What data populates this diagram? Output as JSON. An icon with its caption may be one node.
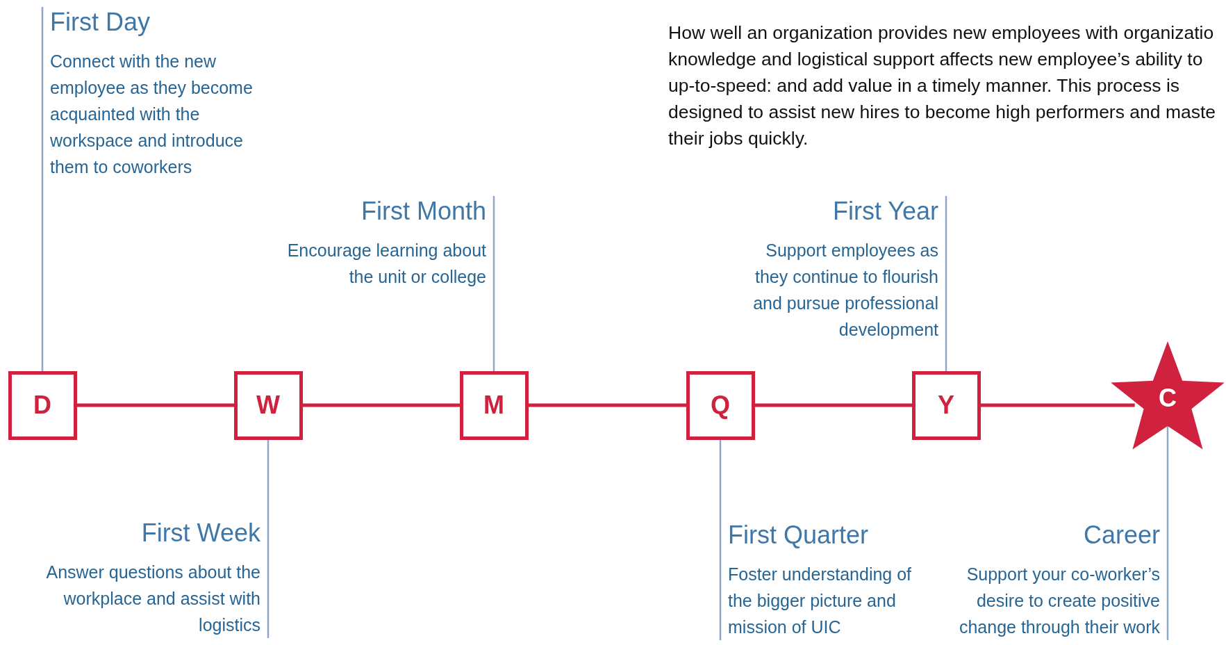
{
  "diagram": {
    "nodes": [
      {
        "text": [
          "D"
        ]
      },
      {
        "text": [
          "W"
        ]
      },
      {
        "text": [
          "M"
        ]
      },
      {
        "text": [
          "Q"
        ]
      },
      {
        "text": [
          "Y"
        ]
      },
      {
        "text": [
          "C"
        ]
      },
      {
        "text": [
          "First Day",
          "Connect with the new employee as they become acquainted with the workspace and introduce them to coworkers"
        ]
      },
      {
        "text": [
          "First Week",
          "Answer questions about the workplace and assist with logistics"
        ]
      },
      {
        "text": [
          "First Month",
          "Encourage learning about the unit or college"
        ]
      },
      {
        "text": [
          "First Quarter",
          "Foster understanding of the bigger picture and mission of UIC"
        ]
      },
      {
        "text": [
          "First Year",
          "Support employees as they continue to flourish and pursue professional development"
        ]
      },
      {
        "text": [
          "Career",
          "Support your co-worker’s desire to create positive change through their work"
        ]
      }
    ],
    "edges": [
      {
        "from": 0,
        "to": 1,
        "arrow": "none",
        "color": "#d0213f"
      },
      {
        "from": 1,
        "to": 2,
        "arrow": "none",
        "color": "#d0213f"
      },
      {
        "from": 2,
        "to": 3,
        "arrow": "none",
        "color": "#d0213f"
      },
      {
        "from": 3,
        "to": 4,
        "arrow": "none",
        "color": "#d0213f"
      },
      {
        "from": 4,
        "to": 5,
        "arrow": "none",
        "color": "#d0213f"
      },
      {
        "from": 6,
        "to": 0,
        "arrow": "none"
      },
      {
        "from": 7,
        "to": 1,
        "arrow": "none"
      },
      {
        "from": 8,
        "to": 2,
        "arrow": "none"
      },
      {
        "from": 9,
        "to": 3,
        "arrow": "none"
      },
      {
        "from": 10,
        "to": 4,
        "arrow": "none"
      },
      {
        "from": 11,
        "to": 5,
        "arrow": "none"
      }
    ],
    "labels": [
      "How well an organization provides new employees with organizatio knowledge and logistical support affects new employee’s ability to up-to-speed: and add value in a timely manner. This process is designed to assist new hires to become high performers and maste their jobs quickly."
    ]
  }
}
